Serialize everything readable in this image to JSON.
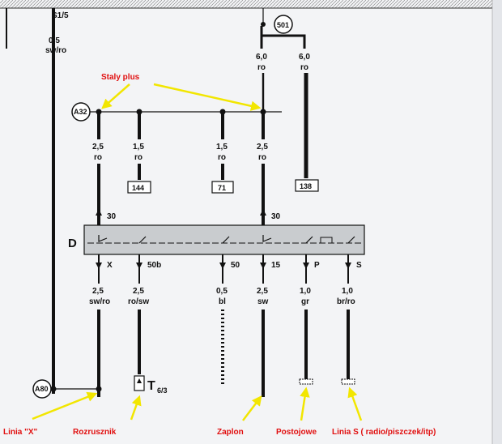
{
  "header": {
    "connector": "S1/5"
  },
  "markers": {
    "a32": "A32",
    "a80": "A80",
    "m501": "501",
    "switch": "D"
  },
  "wires_top": [
    {
      "gauge": "0,5",
      "color": "sw/ro"
    },
    {
      "gauge": "6,0",
      "color": "ro"
    },
    {
      "gauge": "6,0",
      "color": "ro"
    }
  ],
  "wires_mid": [
    {
      "gauge": "2,5",
      "color": "ro"
    },
    {
      "gauge": "1,5",
      "color": "ro",
      "ref": "144"
    },
    {
      "gauge": "1,5",
      "color": "ro",
      "ref": "71"
    },
    {
      "gauge": "2,5",
      "color": "ro"
    },
    {
      "ref": "138"
    }
  ],
  "terminals_in": [
    "30",
    "30"
  ],
  "terminals_out": [
    "X",
    "50b",
    "50",
    "15",
    "P",
    "S"
  ],
  "wires_bottom": [
    {
      "gauge": "2,5",
      "color": "sw/ro"
    },
    {
      "gauge": "2,5",
      "color": "ro/sw"
    },
    {
      "gauge": "0,5",
      "color": "bl"
    },
    {
      "gauge": "2,5",
      "color": "sw"
    },
    {
      "gauge": "1,0",
      "color": "gr"
    },
    {
      "gauge": "1,0",
      "color": "br/ro"
    }
  ],
  "connector_t": {
    "main": "T",
    "sub": "6/3"
  },
  "annotations": {
    "staly_plus": "Staly plus",
    "linia_x": "Linia \"X\"",
    "rozrusznik": "Rozrusznik",
    "zaplon": "Zaplon",
    "postojowe": "Postojowe",
    "linia_s": "Linia S ( radio/piszczek/itp)"
  },
  "colors": {
    "annotation": "#e10f0f",
    "arrow": "#f2e600",
    "wire": "#111111"
  }
}
